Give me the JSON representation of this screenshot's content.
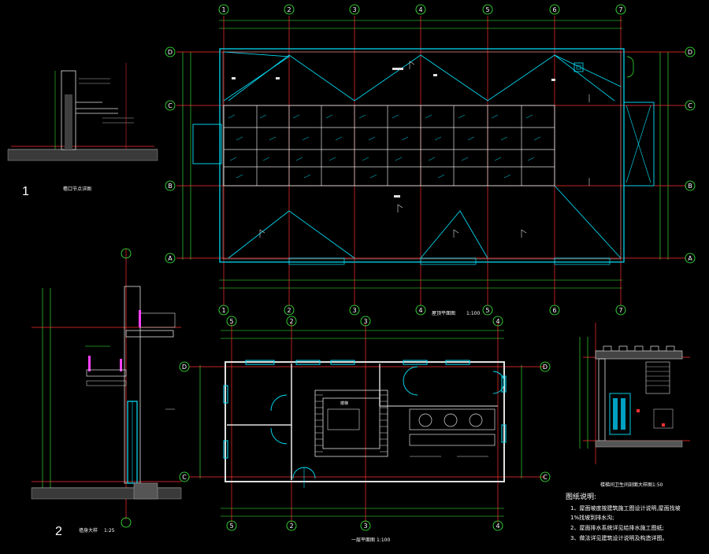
{
  "roof_plan": {
    "axes_top": [
      "1",
      "2",
      "3",
      "4",
      "5",
      "6",
      "7"
    ],
    "axes_side": [
      "D",
      "C",
      "B",
      "A"
    ],
    "title": "屋顶平面图",
    "scale": "1:100"
  },
  "floor_plan": {
    "axes_top": [
      "5",
      "2",
      "3",
      "4"
    ],
    "axes_side": [
      "D",
      "C"
    ],
    "title": "一层平面图",
    "scale": "1:100",
    "room_label": "楼梯"
  },
  "detail1": {
    "number": "1",
    "title": "檐口节点详图"
  },
  "detail2": {
    "number": "2",
    "title": "墙身大样",
    "scale": "1:25"
  },
  "section": {
    "title": "楼梯间卫生间剖面大样图",
    "scale": "1:50"
  },
  "notes": {
    "heading": "图纸说明:",
    "lines": [
      "1、屋面坡度按建筑施工图设计说明,屋面找坡",
      "1%找坡到排水沟;",
      "2、屋面排水系统详见给排水施工图纸;",
      "3、做法详见建筑设计说明及构造详图。"
    ]
  },
  "colors": {
    "axis_grid": "#ff3030",
    "walls": "#00e5ff",
    "dims": "#3cff3c",
    "text": "#ffffff",
    "hatch": "#00c8ff"
  }
}
